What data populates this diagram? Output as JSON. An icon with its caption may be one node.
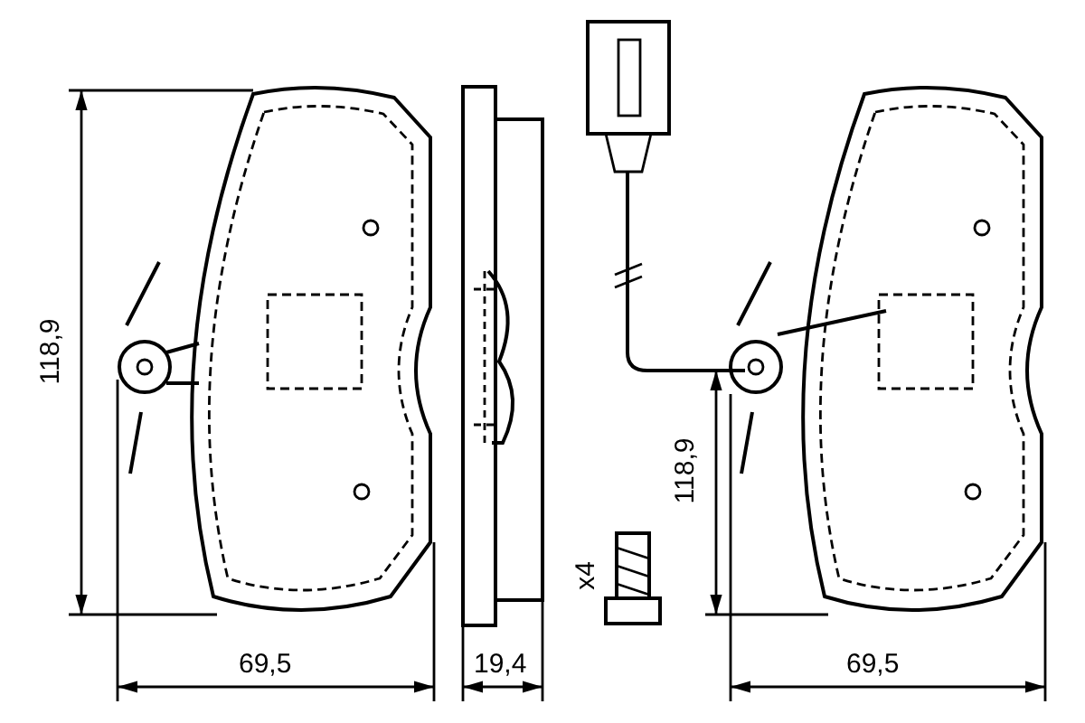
{
  "diagram": {
    "labels": [
      "118,9",
      "69,5",
      "19,4",
      "x4",
      "118,9",
      "69,5"
    ]
  }
}
